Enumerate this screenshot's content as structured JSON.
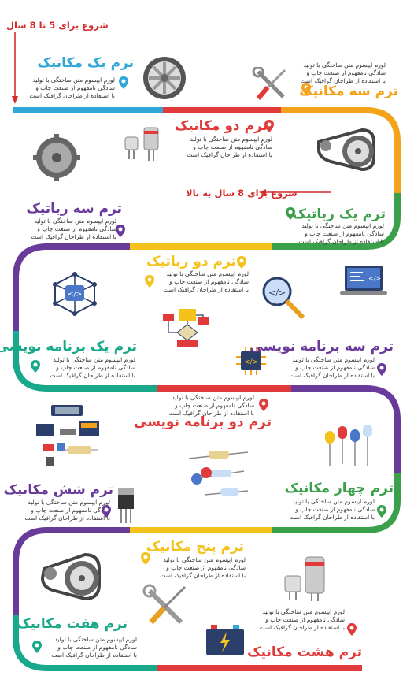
{
  "start_5_8": "شروع برای 5 تا 8 سال",
  "start_8_up": "شروع برای 8 سال به بالا",
  "desc_line1": "لورم ایپسوم متن ساختگی با تولید",
  "desc_line2": "سادگی نامفهوم از صنعت چاپ و",
  "desc_line3": "با استفاده از طراحان گرافیک است",
  "terms": [
    {
      "title": "ترم یک مکانیک",
      "color": "#2fa8d8"
    },
    {
      "title": "ترم دو مکانیک",
      "color": "#e03a3a"
    },
    {
      "title": "ترم سه مکانیک",
      "color": "#f4a21a"
    },
    {
      "title": "ترم یک رباتیک",
      "color": "#3aa04a"
    },
    {
      "title": "ترم سه رباتیک",
      "color": "#6a3a9a"
    },
    {
      "title": "ترم دو رباتیک",
      "color": "#f4c21a"
    },
    {
      "title": "ترم یک برنامه نویسی",
      "color": "#1aa88a"
    },
    {
      "title": "ترم سه برنامه نویسی",
      "color": "#6a3a9a"
    },
    {
      "title": "ترم دو برنامه نویسی",
      "color": "#e03a3a"
    },
    {
      "title": "ترم چهار مکانیک",
      "color": "#3aa04a"
    },
    {
      "title": "ترم شش مکانیک",
      "color": "#6a3a9a"
    },
    {
      "title": "ترم پنج مکانیک",
      "color": "#f4c21a"
    },
    {
      "title": "ترم هفت مکانیک",
      "color": "#1aa88a"
    },
    {
      "title": "ترم هشت مکانیک",
      "color": "#e03a3a"
    }
  ]
}
